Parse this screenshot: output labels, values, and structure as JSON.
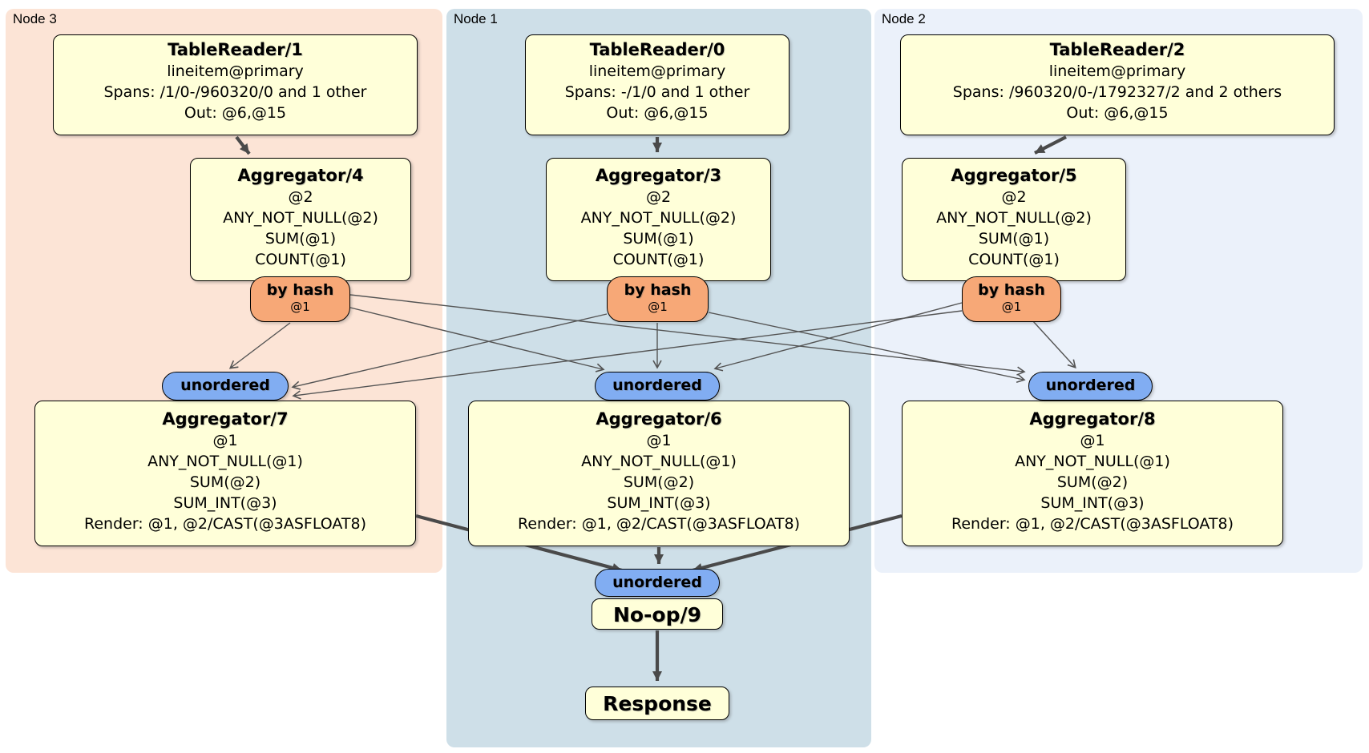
{
  "regions": {
    "node3": {
      "label": "Node 3",
      "table_reader": {
        "title": "TableReader/1",
        "lines": [
          "lineitem@primary",
          "Spans: /1/0-/960320/0 and 1 other",
          "Out: @6,@15"
        ]
      },
      "aggregator_top": {
        "title": "Aggregator/4",
        "lines": [
          "@2",
          "ANY_NOT_NULL(@2)",
          "SUM(@1)",
          "COUNT(@1)"
        ]
      },
      "hash_router": {
        "label": "by hash",
        "detail": "@1"
      },
      "stream": {
        "label": "unordered"
      },
      "aggregator_bottom": {
        "title": "Aggregator/7",
        "lines": [
          "@1",
          "ANY_NOT_NULL(@1)",
          "SUM(@2)",
          "SUM_INT(@3)",
          "Render: @1, @2/CAST(@3ASFLOAT8)"
        ]
      }
    },
    "node1": {
      "label": "Node 1",
      "table_reader": {
        "title": "TableReader/0",
        "lines": [
          "lineitem@primary",
          "Spans: -/1/0 and 1 other",
          "Out: @6,@15"
        ]
      },
      "aggregator_top": {
        "title": "Aggregator/3",
        "lines": [
          "@2",
          "ANY_NOT_NULL(@2)",
          "SUM(@1)",
          "COUNT(@1)"
        ]
      },
      "hash_router": {
        "label": "by hash",
        "detail": "@1"
      },
      "stream": {
        "label": "unordered"
      },
      "aggregator_bottom": {
        "title": "Aggregator/6",
        "lines": [
          "@1",
          "ANY_NOT_NULL(@1)",
          "SUM(@2)",
          "SUM_INT(@3)",
          "Render: @1, @2/CAST(@3ASFLOAT8)"
        ]
      },
      "final_stream": {
        "label": "unordered"
      },
      "noop": {
        "title": "No-op/9"
      },
      "response": {
        "title": "Response"
      }
    },
    "node2": {
      "label": "Node 2",
      "table_reader": {
        "title": "TableReader/2",
        "lines": [
          "lineitem@primary",
          "Spans: /960320/0-/1792327/2 and 2 others",
          "Out: @6,@15"
        ]
      },
      "aggregator_top": {
        "title": "Aggregator/5",
        "lines": [
          "@2",
          "ANY_NOT_NULL(@2)",
          "SUM(@1)",
          "COUNT(@1)"
        ]
      },
      "hash_router": {
        "label": "by hash",
        "detail": "@1"
      },
      "stream": {
        "label": "unordered"
      },
      "aggregator_bottom": {
        "title": "Aggregator/8",
        "lines": [
          "@1",
          "ANY_NOT_NULL(@1)",
          "SUM(@2)",
          "SUM_INT(@3)",
          "Render: @1, @2/CAST(@3ASFLOAT8)"
        ]
      }
    }
  },
  "colors": {
    "node3_background": "#fce4d6",
    "node1_background": "#cedfe8",
    "node2_background": "#ebf1fa",
    "processor_box_fill": "#ffffd9",
    "hash_router_fill": "#f7a877",
    "stream_badge_fill": "#81adf2",
    "edge_thin": "#545454",
    "edge_thick": "#4a4a4a"
  }
}
